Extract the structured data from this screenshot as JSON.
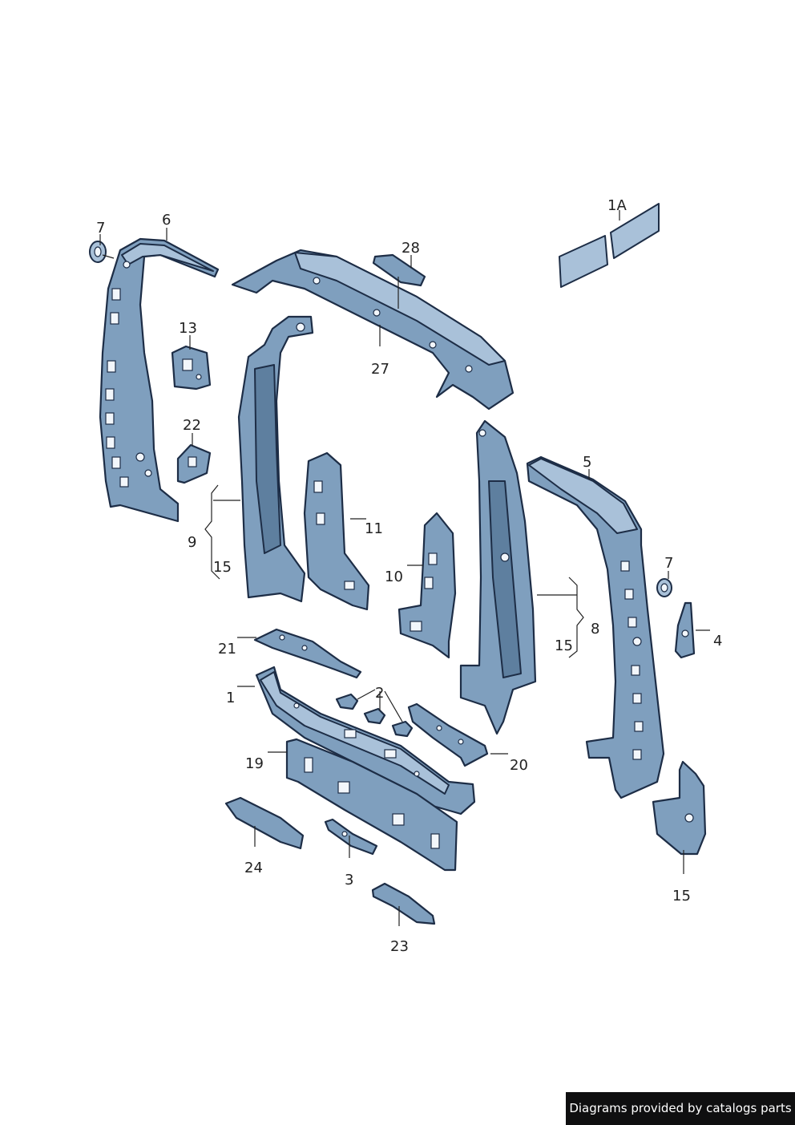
{
  "callouts": {
    "c7a": "7",
    "c6": "6",
    "c13": "13",
    "c22": "22",
    "c9": "9",
    "c15a": "15",
    "c28": "28",
    "c27": "27",
    "c1A": "1A",
    "c11": "11",
    "c10": "10",
    "c5": "5",
    "c7b": "7",
    "c4": "4",
    "c8": "8",
    "c15b": "15",
    "c21": "21",
    "c1": "1",
    "c2": "2",
    "c20": "20",
    "c19": "19",
    "c24": "24",
    "c3": "3",
    "c23": "23",
    "c15c": "15"
  },
  "colors": {
    "part_fill": "#7f9fbe",
    "part_outline": "#1d2d46",
    "credit_background": "#0f0f10"
  },
  "credit": {
    "text": "Diagrams provided by catalogs parts"
  }
}
